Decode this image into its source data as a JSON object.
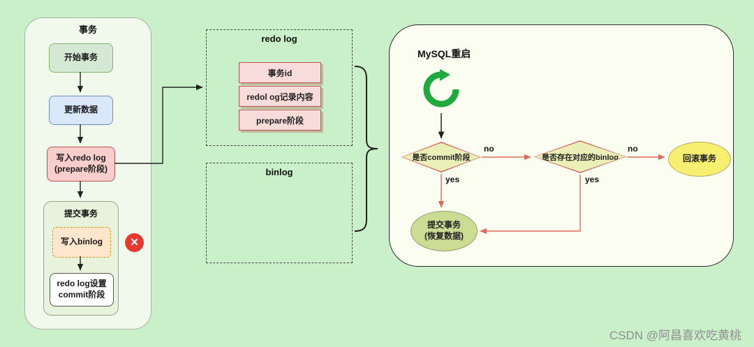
{
  "watermark": "CSDN @阿昌喜欢吃黄桃",
  "transaction_flow": {
    "title": "事务",
    "start": "开始事务",
    "update": "更新数据",
    "redo_prepare": {
      "line1": "写入redo log",
      "line2": "(prepare阶段)"
    },
    "commit_group": {
      "title": "提交事务",
      "write_binlog": "写入binlog",
      "redo_commit": {
        "line1": "redo log设置",
        "line2": "commit阶段"
      },
      "error_glyph": "×"
    }
  },
  "redo_log": {
    "title": "redo log",
    "items": [
      "事务id",
      "redol og记录内容",
      "prepare阶段"
    ]
  },
  "binlog": {
    "title": "binlog"
  },
  "recovery": {
    "restart_label": "MySQL重启",
    "decision_commit": "是否commit阶段",
    "decision_binlog": "是否存在对应的binlog",
    "label_no_1": "no",
    "label_no_2": "no",
    "label_yes_1": "yes",
    "label_yes_2": "yes",
    "rollback": "回滚事务",
    "commit_recover": {
      "line1": "提交事务",
      "line2": "(恢复数据)"
    }
  },
  "colors": {
    "background": "#c9f0c9",
    "arrow_red": "#e0695c",
    "arrow_black": "#222222",
    "restart_icon_green": "#1fa93e",
    "error_red": "#e5392e",
    "diamond_fill": "#e9efb6",
    "rollback_yellow": "#f6ef6f",
    "commit_green": "#ccdc92"
  }
}
